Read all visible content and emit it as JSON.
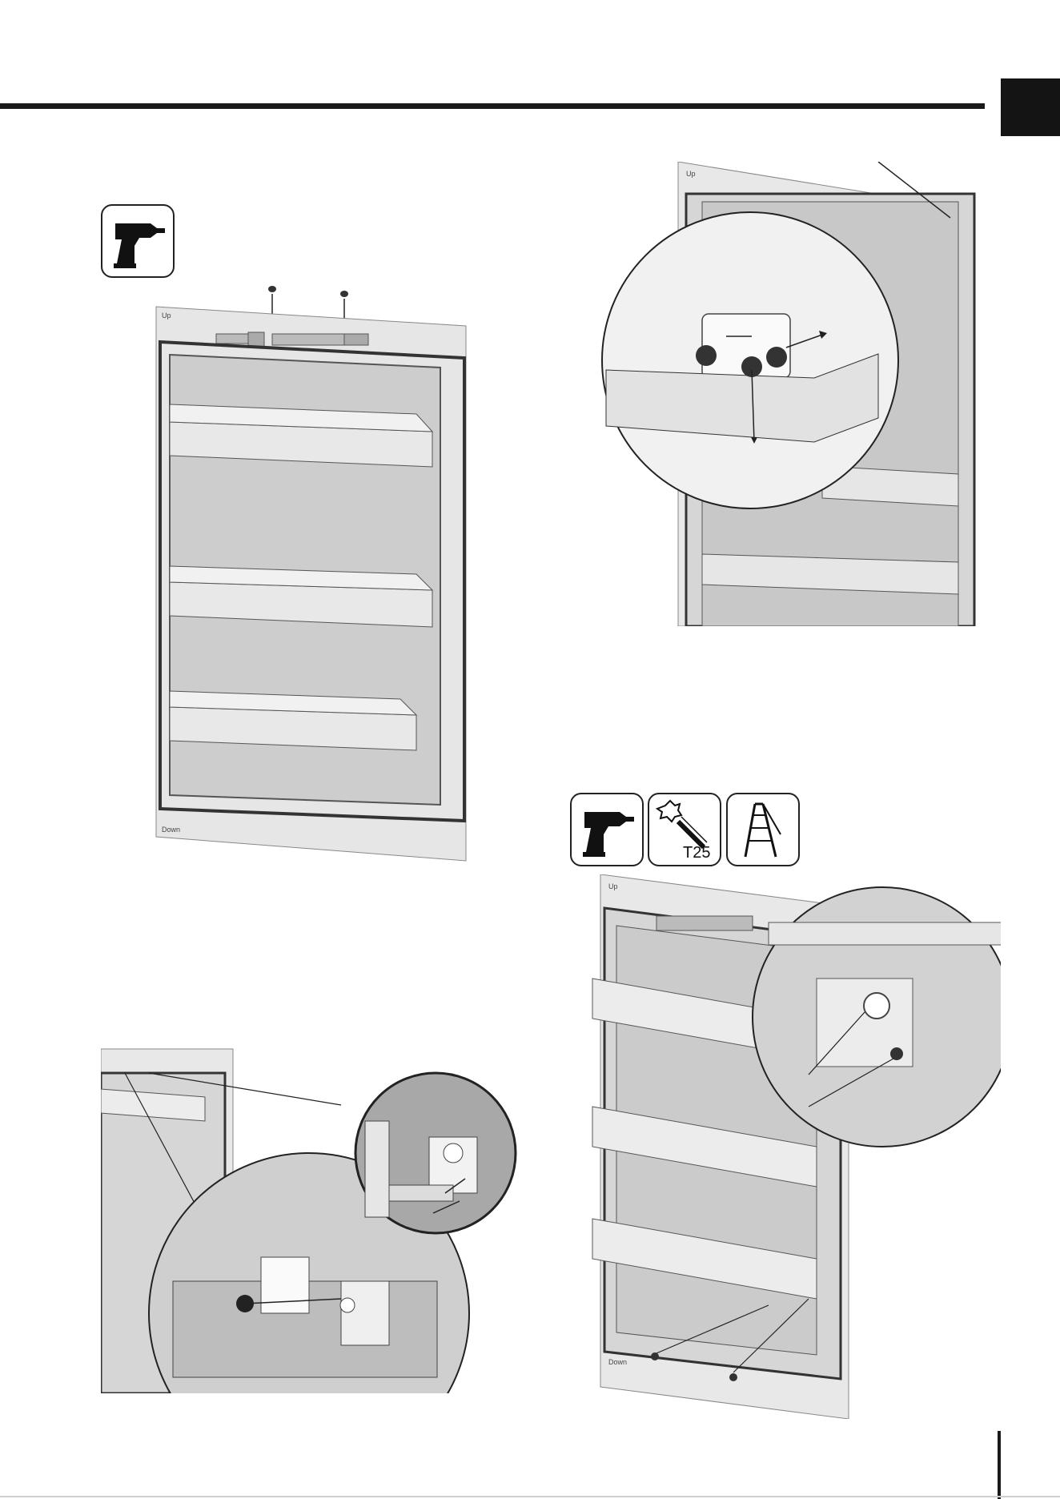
{
  "page": {
    "tools_step1": [
      "drill-icon"
    ],
    "tools_step4": [
      "drill-icon",
      "torx-bit-icon",
      "ladder-icon"
    ],
    "torx_label": "T25"
  },
  "figures": {
    "fig1": {
      "top_label": "Up",
      "bottom_label": "Down"
    },
    "fig2": {
      "top_label": "Up"
    },
    "fig4": {
      "top_label": "Up",
      "bottom_label": "Down"
    }
  },
  "colors": {
    "rule": "#1a1a1a",
    "tab": "#141414",
    "door_fill": "#e6e6e6",
    "panel_fill": "#cccccc"
  }
}
